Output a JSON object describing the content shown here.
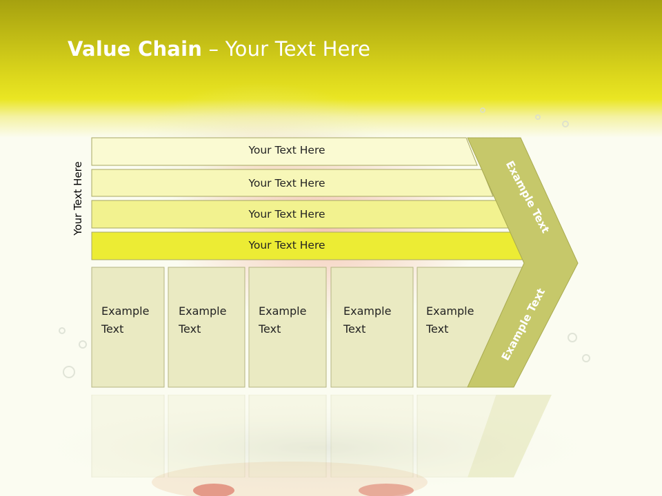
{
  "slide": {
    "title_bold": "Value Chain",
    "title_rest": " – Your Text Here",
    "side_label": "Your Text Here"
  },
  "rows": [
    {
      "label": "Your Text Here",
      "color": "#fafad2"
    },
    {
      "label": "Your Text Here",
      "color": "#f7f7b8"
    },
    {
      "label": "Your Text Here",
      "color": "#f2f28f"
    },
    {
      "label": "Your Text Here",
      "color": "#ecec34"
    }
  ],
  "boxes": [
    {
      "line1": "Example",
      "line2": "Text"
    },
    {
      "line1": "Example",
      "line2": "Text"
    },
    {
      "line1": "Example",
      "line2": "Text"
    },
    {
      "line1": "Example",
      "line2": "Text"
    },
    {
      "line1": "Example",
      "line2": "Text"
    }
  ],
  "chevron": {
    "upper_text": "Example Text",
    "lower_text": "Example Text",
    "color": "#c6c86a"
  },
  "colors": {
    "header_top": "#a6a10f",
    "header_bottom": "#e9e521",
    "box_fill": "#eaeac2",
    "box_stroke": "#b4b481",
    "row_stroke": "#a7a762"
  }
}
